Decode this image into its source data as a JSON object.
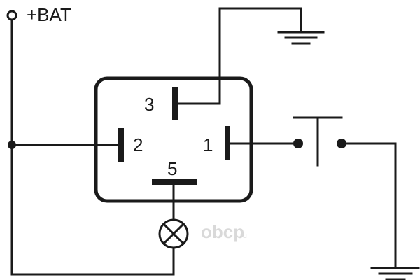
{
  "diagram": {
    "supply_label": "+BAT",
    "pins": {
      "pin1": "1",
      "pin2": "2",
      "pin3": "3",
      "pin5": "5"
    },
    "watermark": {
      "text": "obcp",
      "suffix": ".ru"
    },
    "colors": {
      "ink": "#1a1a1a",
      "background": "#ffffff",
      "watermark": "#d9d9d9"
    }
  }
}
